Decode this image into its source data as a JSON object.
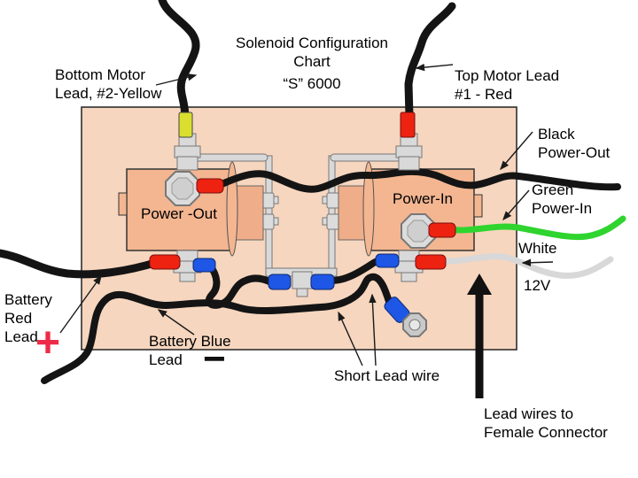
{
  "diagram": {
    "title": "Solenoid Configuration\nChart",
    "model": "“S” 6000"
  },
  "labels": {
    "bottom_motor_lead": "Bottom Motor\nLead, #2-Yellow",
    "top_motor_lead": "Top Motor Lead\n#1 - Red",
    "black_power_out": "Black\nPower-Out",
    "green_power_in": "Green\nPower-In",
    "white": "White",
    "twelve_volt": "12V",
    "battery_red_lead": "Battery\nRed\nLead",
    "battery_red_polarity": "+",
    "battery_blue_lead": "Battery Blue\nLead",
    "battery_blue_polarity": "−",
    "short_lead_wire": "Short Lead wire",
    "lead_wires_to_female_connector": "Lead wires to\nFemale Connector",
    "solenoid_left": "Power -Out",
    "solenoid_right": "Power-In"
  },
  "colors": {
    "board": "#F6D6BF",
    "solenoid_body": "#F3B691",
    "solenoid_cylinder": "#EFAD89",
    "metal": "#D9D9D9",
    "wire_black": "#141414",
    "wire_green": "#2FD42F",
    "wire_white": "#D8D8D8",
    "terminal_red": "#EE2211",
    "terminal_blue": "#1E56E6",
    "terminal_yellow": "#D9DE2F",
    "polarity_plus_red": "#ED2B48"
  }
}
